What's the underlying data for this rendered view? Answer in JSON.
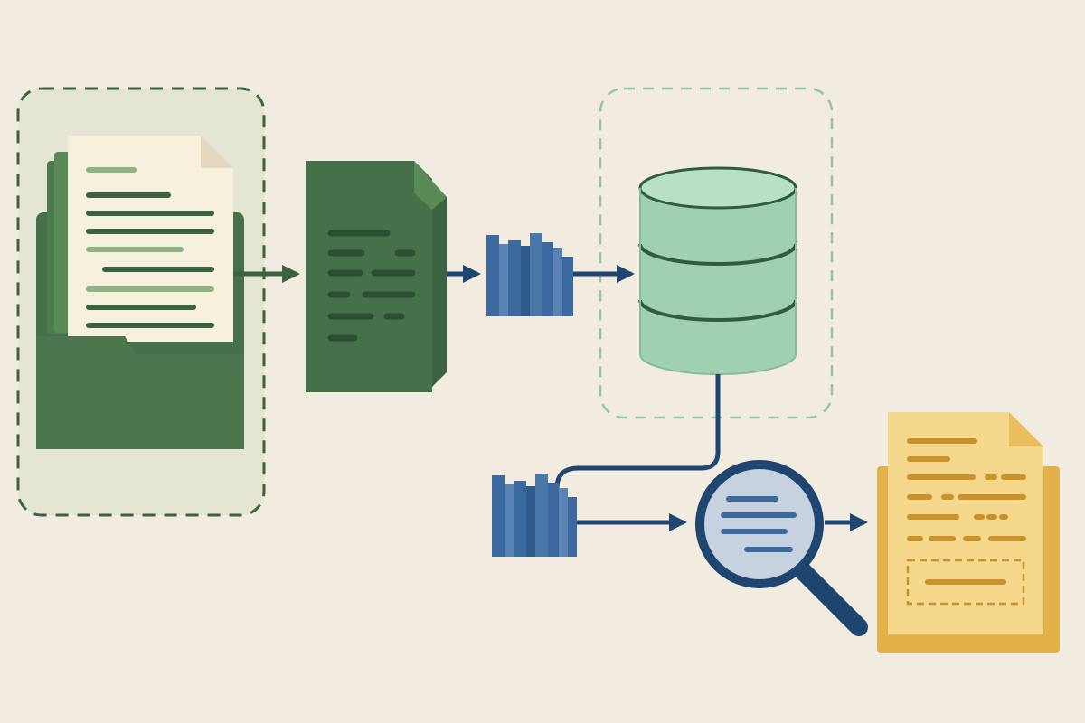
{
  "colors": {
    "background": "#f2ebdf",
    "dark_green": "#45704a",
    "darker_green": "#3b6341",
    "light_green": "#9fd0b2",
    "green_zone_fill": "#e4e6d3",
    "blue": "#3d6a9e",
    "navy": "#1f4670",
    "paper": "#f6f0dc",
    "yellow_doc": "#f6d88c",
    "yellow_back": "#e3b14a",
    "yellow_ink": "#c9922a"
  },
  "diagram": {
    "nodes": [
      {
        "id": "document-folder",
        "icon": "folder-with-document-icon"
      },
      {
        "id": "processed-document",
        "icon": "document-icon"
      },
      {
        "id": "chunk-bars",
        "icon": "bar-chunks-icon"
      },
      {
        "id": "vector-database",
        "icon": "database-icon"
      },
      {
        "id": "query-chunk-bars",
        "icon": "bar-chunks-icon"
      },
      {
        "id": "search",
        "icon": "magnifying-glass-icon"
      },
      {
        "id": "result-document",
        "icon": "document-icon"
      }
    ],
    "edges": [
      {
        "from": "document-folder",
        "to": "processed-document"
      },
      {
        "from": "processed-document",
        "to": "chunk-bars"
      },
      {
        "from": "chunk-bars",
        "to": "vector-database"
      },
      {
        "from": "vector-database",
        "to": "query-chunk-bars"
      },
      {
        "from": "query-chunk-bars",
        "to": "search"
      },
      {
        "from": "search",
        "to": "result-document"
      }
    ],
    "groups": [
      {
        "id": "source-group",
        "style": "dashed-dark-green"
      },
      {
        "id": "storage-group",
        "style": "dashed-light-green"
      }
    ]
  }
}
